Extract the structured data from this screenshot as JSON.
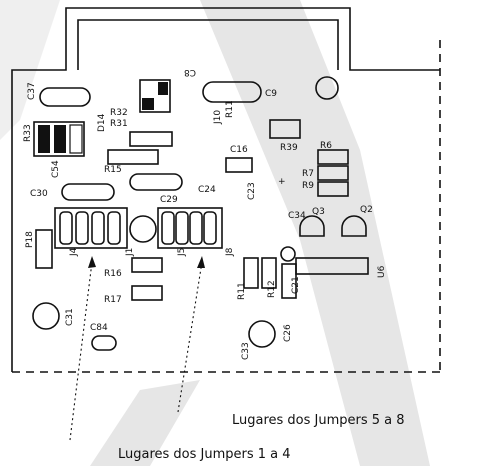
{
  "captions": {
    "jumpers_5_8": "Lugares dos Jumpers 5 a 8",
    "jumpers_1_4": "Lugares dos Jumpers 1 a 4"
  },
  "labels": {
    "c37": "C37",
    "c8": "C8",
    "c9": "C9",
    "r32": "R32",
    "r31": "R31",
    "r33": "R33",
    "d14": "D14",
    "r15": "R15",
    "j10": "J10",
    "r11": "R11",
    "c16": "C16",
    "r39": "R39",
    "r6": "R6",
    "r7": "R7",
    "r9": "R9",
    "c54": "C54",
    "c30": "C30",
    "c29": "C29",
    "c24": "C24",
    "c23": "C23",
    "c34": "C34",
    "q3": "Q3",
    "q2": "Q2",
    "p18": "P18",
    "j4": "J4",
    "j1": "J1",
    "j5": "J5",
    "j8": "J8",
    "r16": "R16",
    "r17": "R17",
    "c84": "C84",
    "c31": "C31",
    "r11b": "R11",
    "r12": "R12",
    "c21": "C21",
    "u6": "U6",
    "c26": "C26",
    "c33": "C33"
  }
}
